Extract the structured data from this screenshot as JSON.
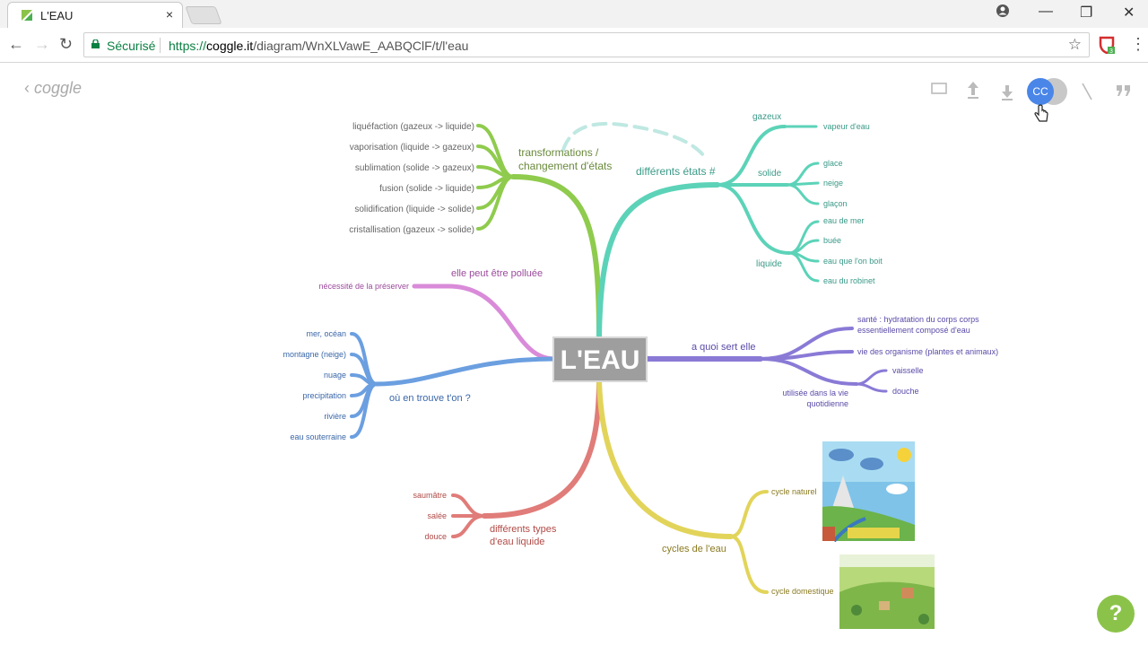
{
  "browser": {
    "tab_title": "L'EAU",
    "tab_close": "×",
    "win_min": "—",
    "win_restore": "❐",
    "win_close": "✕",
    "back": "←",
    "forward": "→",
    "reload": "↻",
    "secure_label": "Sécurisé",
    "url_scheme": "https://",
    "url_host": "coggle.it",
    "url_path": "/diagram/WnXLVawE_AABQClF/t/l'eau",
    "star": "☆",
    "menu": "⋮",
    "ext_badge": "3"
  },
  "app": {
    "logo": "coggle",
    "avatar": "CC",
    "help": "?",
    "icons": [
      "present-icon",
      "share-icon",
      "download-icon",
      "user-avatar",
      "line-icon",
      "quote-icon"
    ]
  },
  "mindmap": {
    "center": "L'EAU",
    "branches": {
      "transformations": {
        "label_1": "transformations /",
        "label_2": "changement d'états",
        "items": [
          "liquéfaction (gazeux -> liquide)",
          "vaporisation (liquide -> gazeux)",
          "sublimation (solide -> gazeux)",
          "fusion (solide -> liquide)",
          "solidification (liquide -> solide)",
          "cristallisation (gazeux -> solide)"
        ]
      },
      "etats": {
        "label": "différents états #",
        "gazeux": "gazeux",
        "gazeux_items": [
          "vapeur d'eau"
        ],
        "solide": "solide",
        "solide_items": [
          "glace",
          "neige",
          "glaçon"
        ],
        "liquide": "liquide",
        "liquide_items": [
          "eau de mer",
          "buée",
          "eau que l'on boit",
          "eau du robinet"
        ]
      },
      "polluee": {
        "label": "elle peut être polluée",
        "items": [
          "nécessité de la préserver"
        ]
      },
      "trouve": {
        "label": "où en trouve t'on ?",
        "items": [
          "mer, océan",
          "montagne (neige)",
          "nuage",
          "precipitation",
          "rivière",
          "eau souterraine"
        ]
      },
      "sert": {
        "label": "a quoi sert elle",
        "items": [
          "santé : hydratation du corps corps",
          "essentiellement composé d'eau",
          "vie des organisme (plantes et animaux)"
        ],
        "vie_label_1": "utilisée dans la vie",
        "vie_label_2": "quotidienne",
        "vie_items": [
          "vaisselle",
          "douche"
        ]
      },
      "types": {
        "label_1": "différents types",
        "label_2": "d'eau liquide",
        "items": [
          "saumâtre",
          "salée",
          "douce"
        ]
      },
      "cycles": {
        "label": "cycles de l'eau",
        "items": [
          "cycle naturel",
          "cycle domestique"
        ]
      }
    }
  },
  "colors": {
    "green": "#8fcb4d",
    "teal": "#5cd3b8",
    "purple": "#8a7ad6",
    "pink": "#d98bd9",
    "blue": "#6b9fe0",
    "red": "#e07c79",
    "yellow": "#e2d45a",
    "center": "#9e9e9e"
  }
}
